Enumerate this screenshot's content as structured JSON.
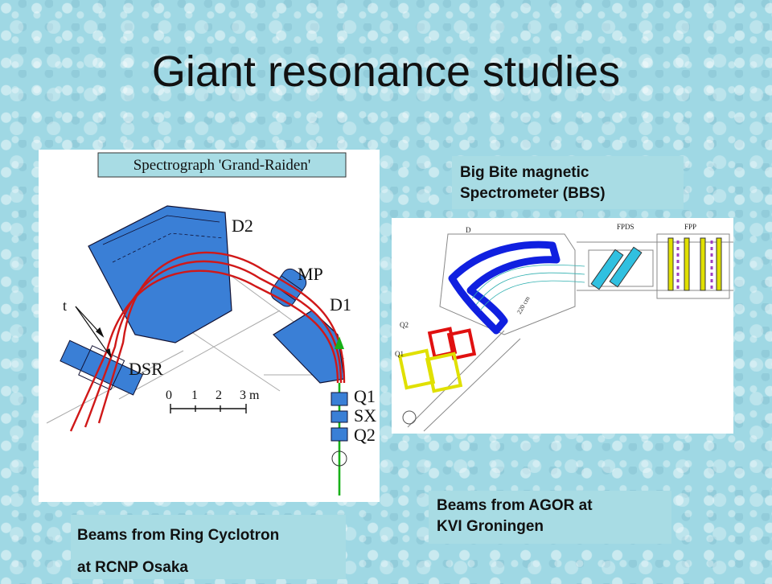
{
  "slide": {
    "title": "Giant resonance studies"
  },
  "left_figure": {
    "header": "Spectrograph  'Grand-Raiden'",
    "labels": {
      "d2": "D2",
      "mp": "MP",
      "d1": "D1",
      "t": "t",
      "dsr": "DSR",
      "q1": "Q1",
      "sx": "SX",
      "q2": "Q2",
      "scale_0": "0",
      "scale_1": "1",
      "scale_2": "2",
      "scale_3": "3 m"
    },
    "colors": {
      "magnet": "#3a7fd6",
      "beam": "#d01818",
      "incoming": "#18b018"
    }
  },
  "right_figure": {
    "labels": {
      "d": "D",
      "q2": "Q2",
      "q1": "Q1",
      "fpds": "FPDS",
      "fpp": "FPP",
      "radius": "220 cm"
    },
    "colors": {
      "dipole": "#1020e0",
      "q2": "#e01010",
      "q1": "#e0e000",
      "detector": "#30c0e0"
    }
  },
  "captions": {
    "bbs_line1": "Big Bite magnetic",
    "bbs_line2": "Spectrometer (BBS)",
    "agor_line1": "Beams from AGOR at",
    "agor_line2": "KVI Groningen",
    "rcnp_line1": "Beams from Ring Cyclotron",
    "rcnp_line2": "at RCNP Osaka"
  }
}
